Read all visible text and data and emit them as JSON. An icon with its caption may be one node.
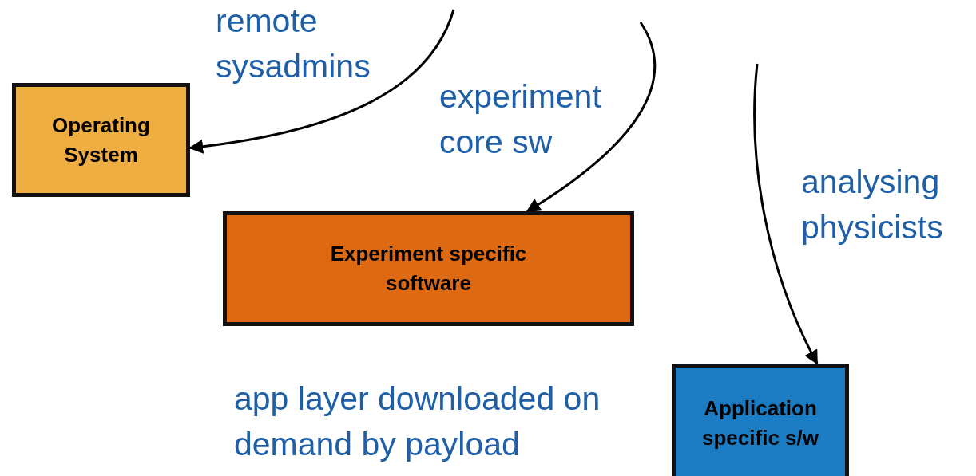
{
  "diagram": {
    "nodes": [
      {
        "text": [
          "Operating System"
        ]
      },
      {
        "text": [
          "Experiment specific software"
        ]
      },
      {
        "text": [
          "Application specific s/w"
        ]
      }
    ],
    "edges": [
      {
        "from": null,
        "to": 0,
        "arrow": "to",
        "label": "remote sysadmins"
      },
      {
        "from": null,
        "to": 1,
        "arrow": "to",
        "label": "experiment core sw"
      },
      {
        "from": null,
        "to": 2,
        "arrow": "to",
        "label": "analysing physicists"
      }
    ],
    "labels": [
      "app layer downloaded on demand by payload"
    ]
  }
}
